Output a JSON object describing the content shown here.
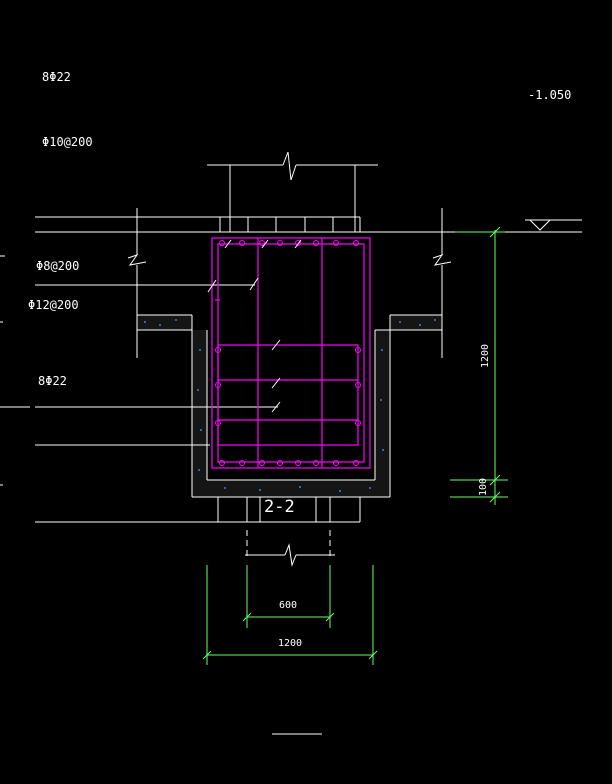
{
  "labels": {
    "top_bars": "8Φ22",
    "level": "-1.050",
    "stirrup_top": "Φ10@200",
    "stirrup_mid": "Φ8@200",
    "side_bars": "Φ12@200",
    "bottom_bars": "8Φ22",
    "section": "2-2"
  },
  "dimensions": {
    "depth": "1200",
    "cover": "100",
    "inner_width": "600",
    "outer_width": "1200"
  },
  "colors": {
    "background": "#000000",
    "lines": "#ffffff",
    "rebar": "#ff00ff",
    "dimension": "#66ff66",
    "concrete": "#1a1a1a"
  }
}
